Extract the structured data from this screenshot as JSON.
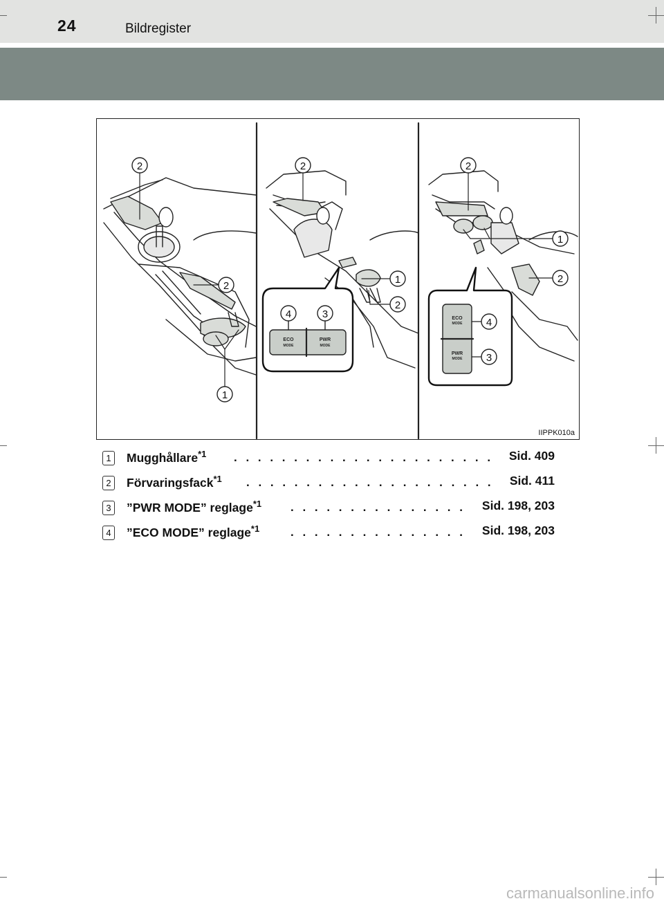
{
  "header": {
    "page_number": "24",
    "section": "Bildregister"
  },
  "figure": {
    "code": "IIPPK010a",
    "callouts": [
      "2",
      "2",
      "1",
      "2",
      "1",
      "2",
      "4",
      "3",
      "2",
      "1",
      "2",
      "4",
      "3"
    ],
    "button_eco": "ECO",
    "button_pwr": "PWR",
    "button_mode": "MODE"
  },
  "items": [
    {
      "num": "1",
      "label": "Mugghållare",
      "mark": "*1",
      "ref": "Sid. 409"
    },
    {
      "num": "2",
      "label": "Förvaringsfack",
      "mark": "*1",
      "ref": "Sid. 411"
    },
    {
      "num": "3",
      "label": "”PWR MODE” reglage",
      "mark": "*1",
      "ref": "Sid. 198, 203"
    },
    {
      "num": "4",
      "label": "”ECO MODE” reglage",
      "mark": "*1",
      "ref": "Sid. 198, 203"
    }
  ],
  "footer": {
    "site": "carmanualsonline.info"
  }
}
